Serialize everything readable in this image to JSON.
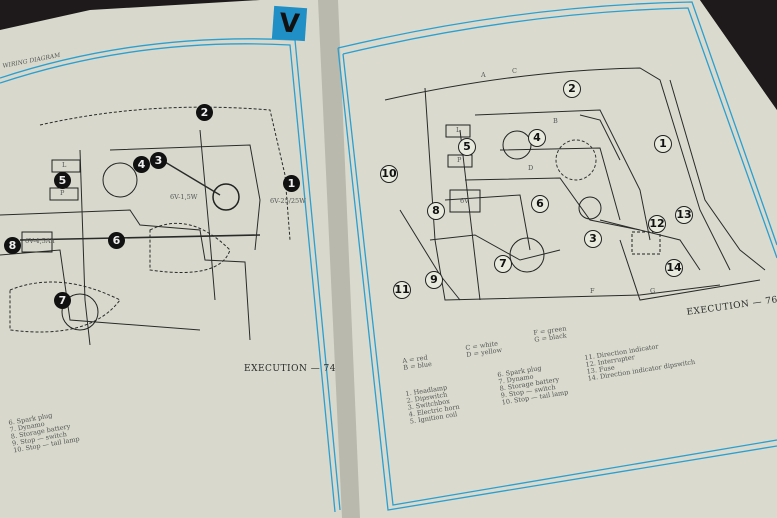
{
  "left_page": {
    "header": "WIRING DIAGRAM",
    "section_tab": "V",
    "caption": "EXECUTION — 74",
    "callouts": [
      "1",
      "2",
      "3",
      "4",
      "5",
      "6",
      "7",
      "8"
    ],
    "diagram_labels": [
      "L",
      "P",
      "6V-4,5Ah",
      "6V-1,5W",
      "6V-25/25W"
    ],
    "legend": [
      "6. Spark plug",
      "7. Dynamo",
      "8. Storage battery",
      "9. Stop — switch",
      "10. Stop — tail lamp"
    ]
  },
  "right_page": {
    "caption": "EXECUTION — 76",
    "callouts": [
      "1",
      "2",
      "3",
      "4",
      "5",
      "6",
      "7",
      "8",
      "9",
      "10",
      "11",
      "12",
      "13",
      "14"
    ],
    "diagram_labels": [
      "L",
      "P",
      "6V",
      "A",
      "B",
      "C",
      "D",
      "F",
      "G"
    ],
    "color_key": [
      "A = red",
      "B = blue",
      "C = white",
      "D = yellow",
      "F = green",
      "G = black"
    ],
    "legend_col1": [
      "1. Headlamp",
      "2. Dipswitch",
      "3. Switchbox",
      "4. Electric horn",
      "5. Ignition coil"
    ],
    "legend_col2": [
      "6. Spark plug",
      "7. Dynamo",
      "8. Storage battery",
      "9. Stop — switch",
      "10. Stop — tail lamp"
    ],
    "legend_col3": [
      "11. Direction indicator",
      "12. Interrupter",
      "13. Fuse",
      "14. Direction indicator dipswitch"
    ]
  },
  "colors": {
    "border_blue": "#2a9fd0",
    "paper": "#dcdccf",
    "ink": "#222222"
  }
}
